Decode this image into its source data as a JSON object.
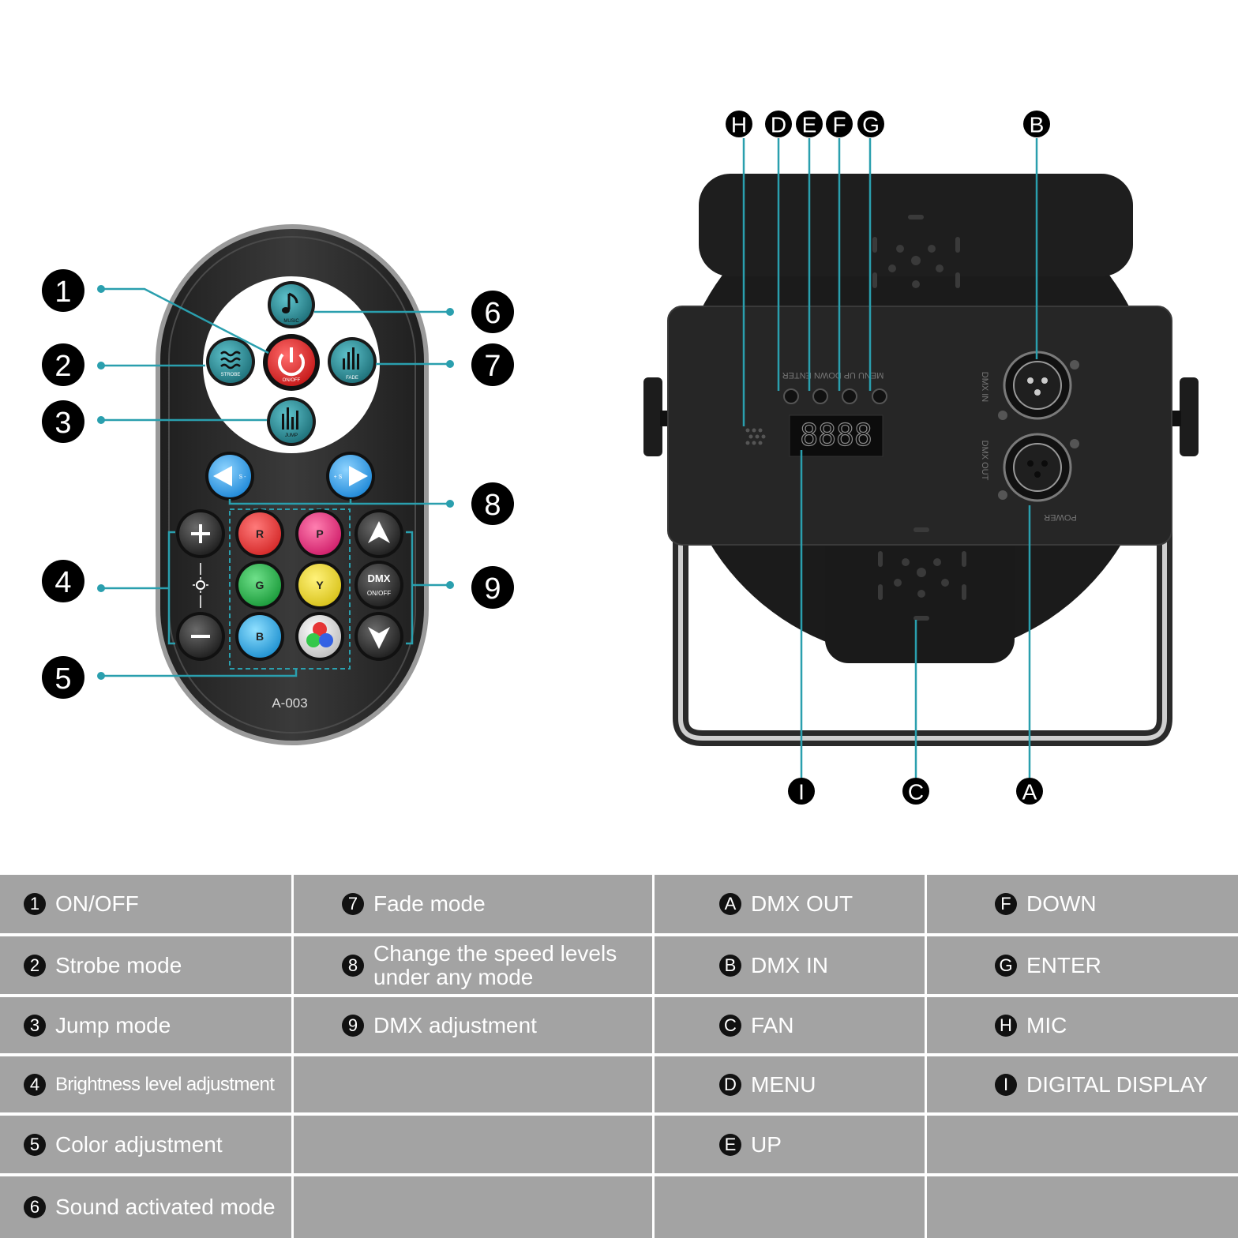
{
  "remote": {
    "model": "A-003",
    "buttons": {
      "music": "MUSIC",
      "on_off": "ON/OFF",
      "strobe": "STROBE",
      "fade": "FADE",
      "jump": "JUMP",
      "speed_down": "S -",
      "speed_up": "+ S",
      "red": "R",
      "pink": "P",
      "green": "G",
      "yellow": "Y",
      "blue": "B",
      "dmx": "DMX",
      "dmx_sub": "ON/OFF"
    },
    "callouts": [
      "1",
      "2",
      "3",
      "4",
      "5",
      "6",
      "7",
      "8",
      "9"
    ]
  },
  "device": {
    "callouts_top": [
      "H",
      "D",
      "E",
      "F",
      "G",
      "B"
    ],
    "callouts_bottom": [
      "I",
      "C",
      "A"
    ],
    "display_text": "8888",
    "panel_labels": {
      "buttons": "MENU  UP  DOWN  ENTER",
      "dmx_in": "DMX IN",
      "dmx_out": "DMX OUT",
      "power": "POWER"
    }
  },
  "legend": {
    "remote_col1": [
      {
        "key": "1",
        "text": "ON/OFF"
      },
      {
        "key": "2",
        "text": "Strobe mode"
      },
      {
        "key": "3",
        "text": "Jump mode"
      },
      {
        "key": "4",
        "text": "Brightness level adjustment"
      },
      {
        "key": "5",
        "text": "Color adjustment"
      },
      {
        "key": "6",
        "text": "Sound activated mode"
      }
    ],
    "remote_col2": [
      {
        "key": "7",
        "text": "Fade mode"
      },
      {
        "key": "8",
        "text": "Change the speed levels under any mode"
      },
      {
        "key": "9",
        "text": "DMX adjustment"
      }
    ],
    "device_col1": [
      {
        "key": "A",
        "text": "DMX OUT"
      },
      {
        "key": "B",
        "text": "DMX IN"
      },
      {
        "key": "C",
        "text": "FAN"
      },
      {
        "key": "D",
        "text": "MENU"
      },
      {
        "key": "E",
        "text": "UP"
      }
    ],
    "device_col2": [
      {
        "key": "F",
        "text": "DOWN"
      },
      {
        "key": "G",
        "text": "ENTER"
      },
      {
        "key": "H",
        "text": "MIC"
      },
      {
        "key": "I",
        "text": "DIGITAL DISPLAY"
      }
    ]
  },
  "colors": {
    "leader": "#2a9fae",
    "legend_bg": "#a3a3a3",
    "remote_body": "#2e2e2e",
    "teal_button": "#2e8c96",
    "power_red": "#e8312f"
  }
}
